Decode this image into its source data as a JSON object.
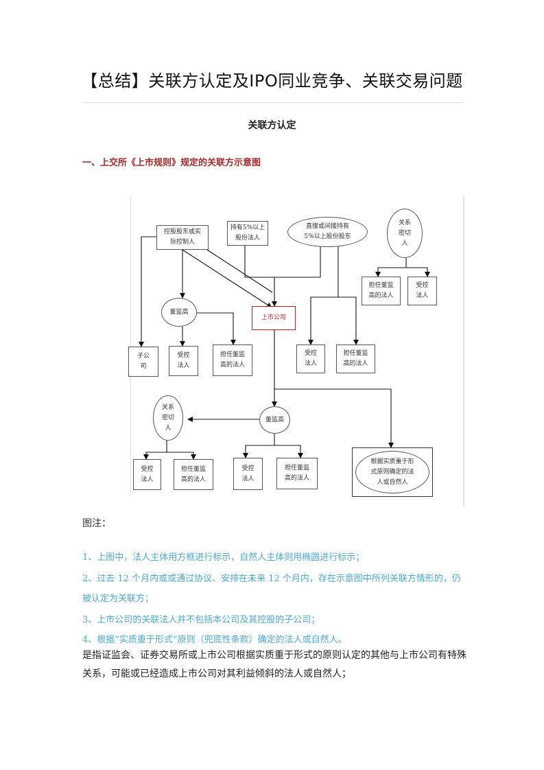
{
  "title": "【总结】关联方认定及IPO同业竞争、关联交易问题",
  "section_title": "关联方认定",
  "subsection_title": "一、上交所《上市规则》规定的关联方示意图",
  "diagram": {
    "nodes": {
      "controller": "控股股东或实\n际控制人",
      "holder_5pct_legal": "持有5%以上\n股份法人",
      "holder_5pct_person": "直接或间接持有\n5%以上股份股东",
      "close_relative_top": "关系\n密切\n人",
      "director_a": "董监高",
      "listed_company": "上市公司",
      "subsidiary": "子公\n司",
      "controlled_a": "受控\n法人",
      "director_legal_a": "担任董监\n高的法人",
      "controlled_b": "受控\n法人",
      "director_legal_b": "担任董监\n高的法人",
      "director_legal_c": "担任董监\n高的法人",
      "controlled_c": "受控\n法人",
      "close_relative_mid": "关系\n密切\n人",
      "director_b": "董监高",
      "controlled_d": "受控\n法人",
      "director_legal_d": "担任董监\n高的法人",
      "controlled_e": "受控\n法人",
      "director_legal_e": "担任董监\n高的法人",
      "substance_over_form": "根据实质重于形\n式原则确定的法\n人或自然人"
    }
  },
  "note_label": "图注：",
  "notes": [
    "1、上图中，法人主体用方框进行标示，自然人主体则用椭圆进行标示；",
    "2、过去 12 个月内或或通过协议、安排在未来 12 个月内，存在示意图中所列关联方情形的，仍被认定为关联方；",
    "3、上市公司的关联法人并不包括本公司及其控股的子公司；",
    "4、根据“实质重于形式”原则（兜底性条款）确定的法人或自然人。"
  ],
  "body_text": "是指证监会、证券交易所或上市公司根据实质重于形式的原则认定的其他与上市公司有特殊关系，可能或已经造成上市公司对其利益倾斜的法人或自然人；"
}
